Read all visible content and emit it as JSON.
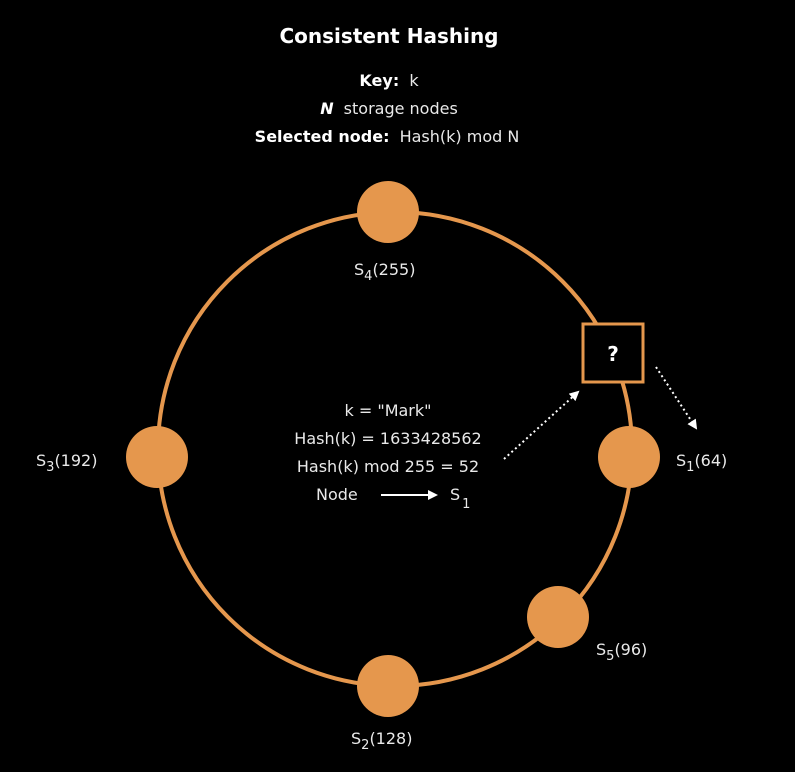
{
  "header": {
    "title": "Consistent Hashing",
    "key_label": "Key:",
    "key_value": "k",
    "nodes_prefix": "N",
    "nodes_text": "storage nodes",
    "selected_label": "Selected node:",
    "selected_value": "Hash(k) mod N"
  },
  "nodes": [
    {
      "base": "S",
      "sub": "4",
      "value": "(255)"
    },
    {
      "base": "S",
      "sub": "1",
      "value": "(64)"
    },
    {
      "base": "S",
      "sub": "5",
      "value": "(96)"
    },
    {
      "base": "S",
      "sub": "2",
      "value": "(128)"
    },
    {
      "base": "S",
      "sub": "3",
      "value": "(192)"
    }
  ],
  "unknown_box": {
    "label": "?"
  },
  "calculation": {
    "line1": "k = \"Mark\"",
    "line2": "Hash(k) = 1633428562",
    "line3": "Hash(k) mod 255 = 52",
    "node_label": "Node",
    "result_base": "S",
    "result_sub": "1"
  },
  "colors": {
    "background": "#000000",
    "ring": "#e5974d",
    "node_fill": "#e5974d",
    "text": "#e9e9e9",
    "arrow": "#ffffff"
  }
}
